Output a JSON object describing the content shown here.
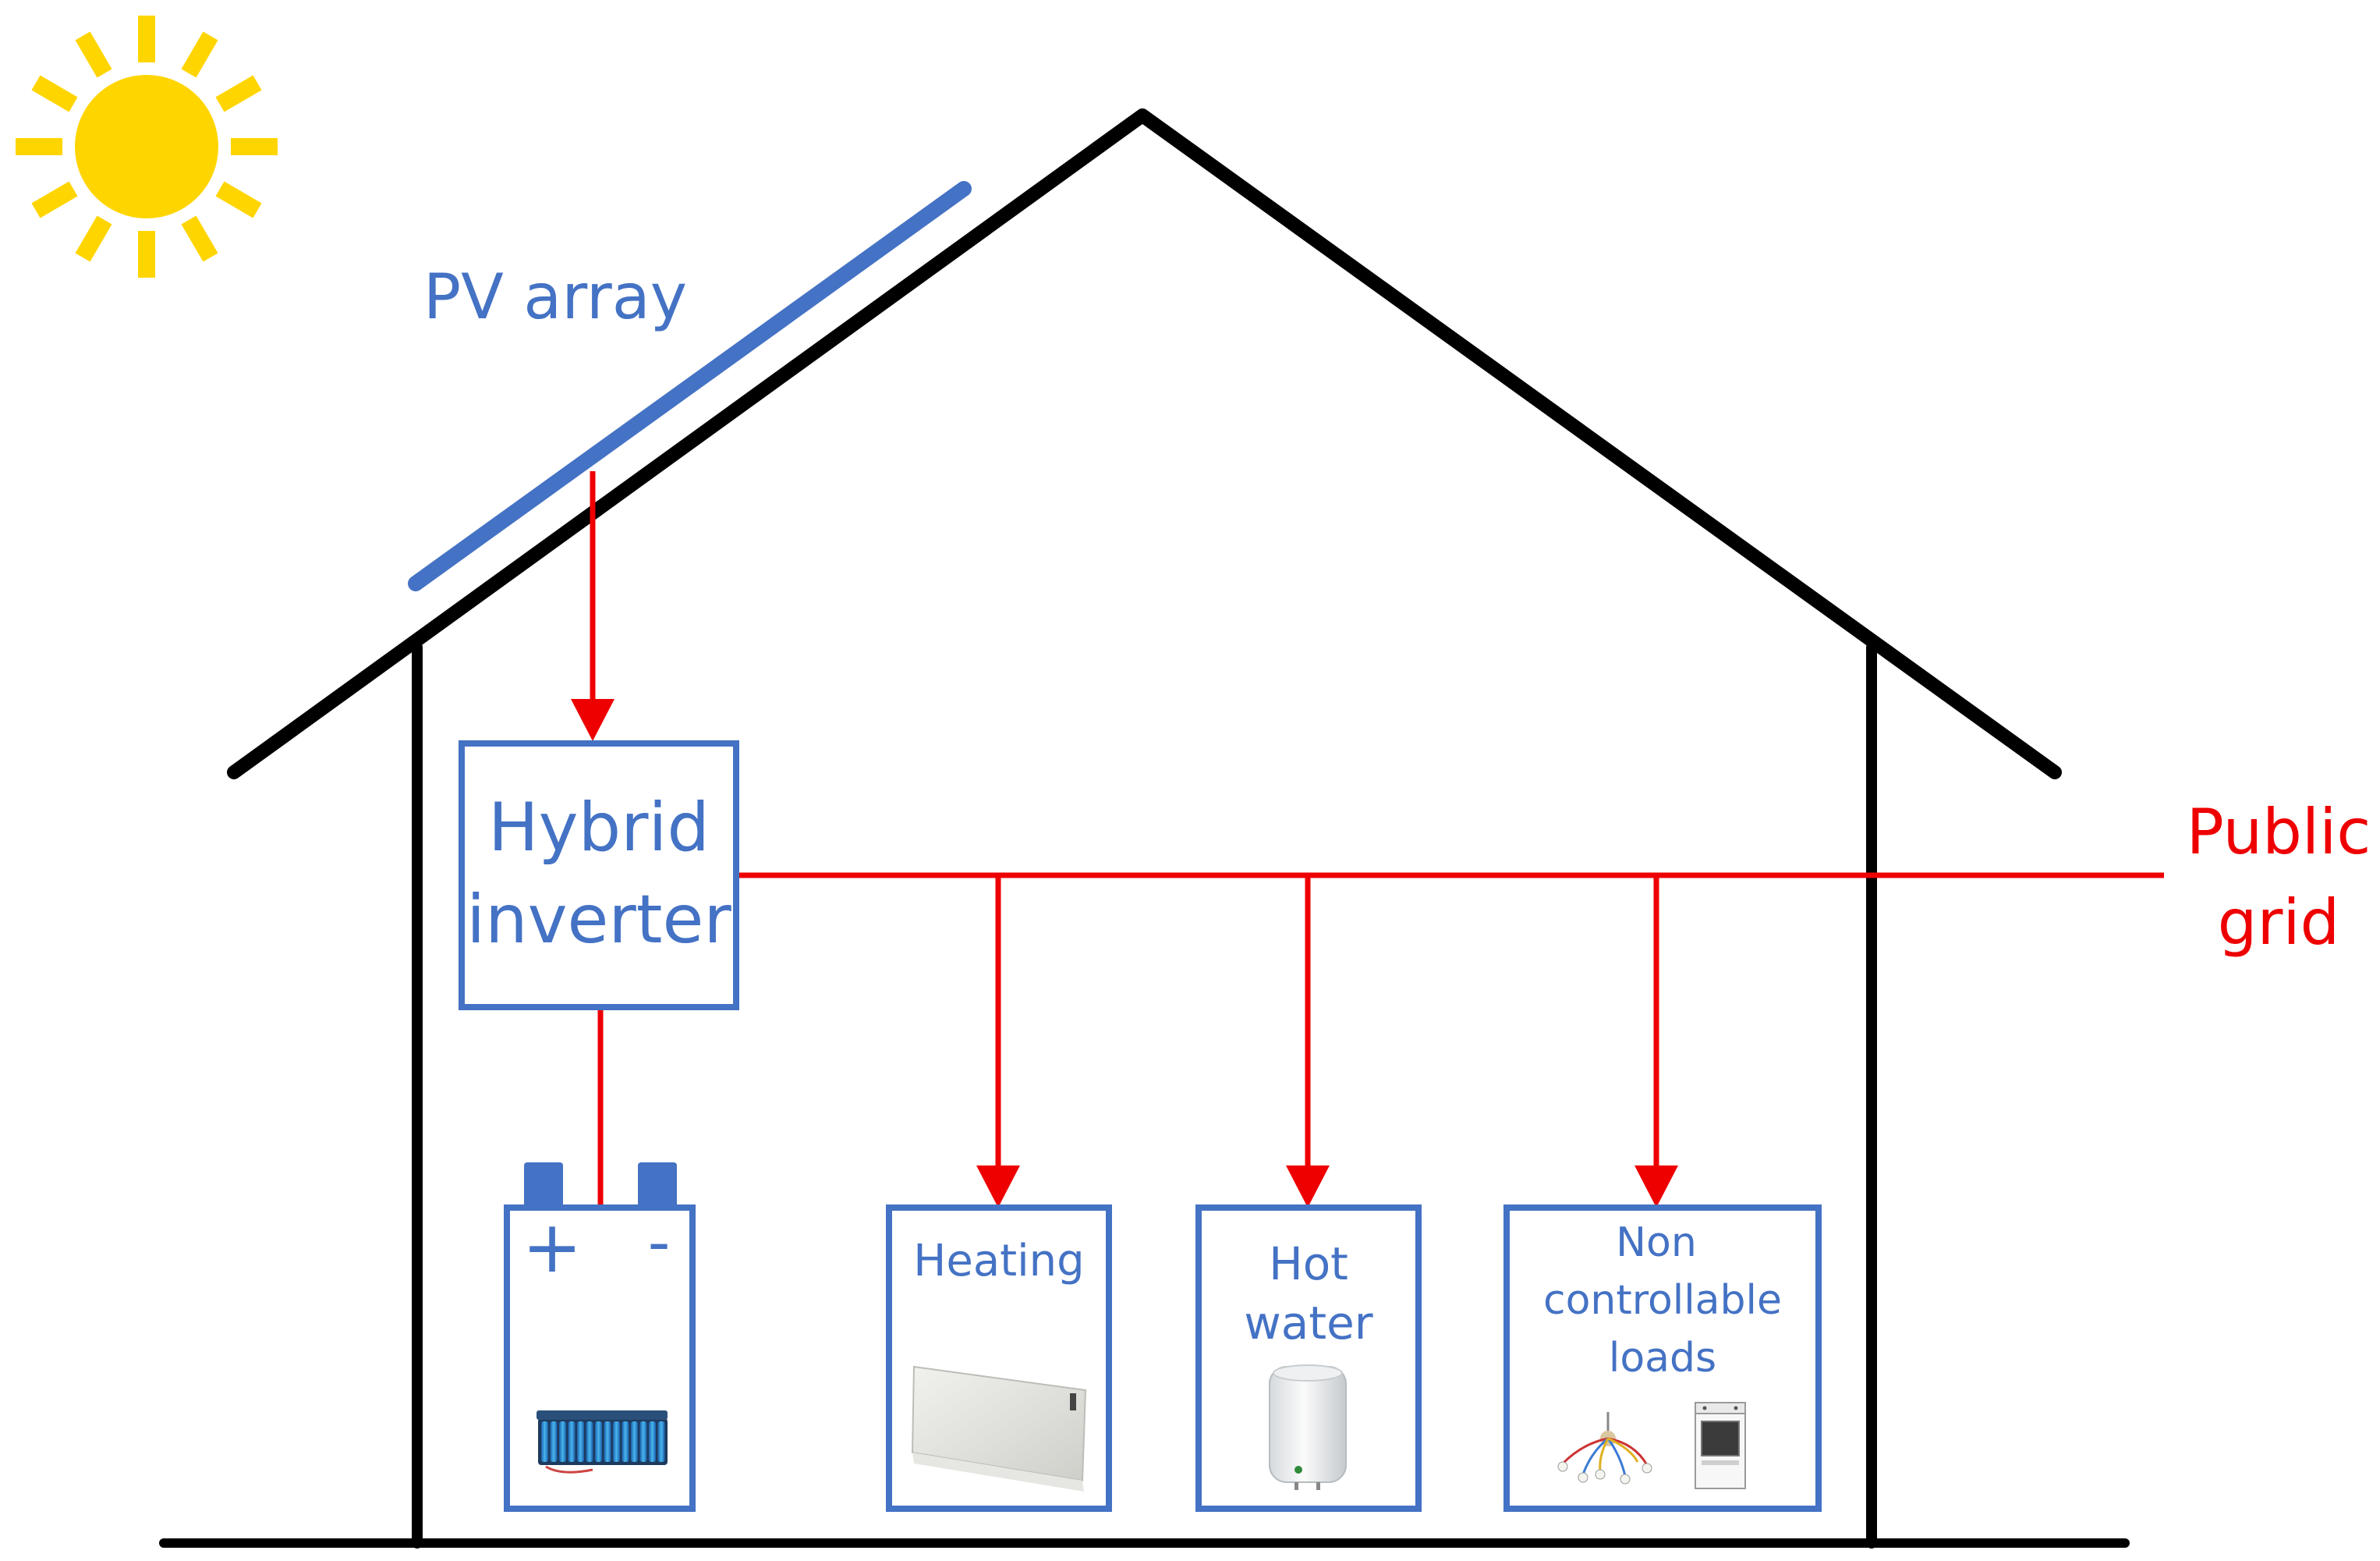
{
  "labels": {
    "pv_array": "PV array",
    "inverter_line1": "Hybrid",
    "inverter_line2": "inverter",
    "grid_line1": "Public",
    "grid_line2": "grid",
    "battery_plus": "+",
    "battery_minus": "-",
    "heating": "Heating",
    "hotwater_line1": "Hot",
    "hotwater_line2": "water",
    "loads_line1": "Non",
    "loads_line2": "controllable",
    "loads_line3": "loads"
  },
  "colors": {
    "house": "#000000",
    "pv_panel": "#4472c4",
    "box_border": "#4472c4",
    "power_line": "#ee0000",
    "sun": "#ffd500"
  },
  "icons": {
    "sun": "sun-icon",
    "battery_pack": "battery-cells-icon",
    "radiator": "panel-heater-icon",
    "boiler": "water-heater-icon",
    "lamp": "ceiling-lamp-icon",
    "stove": "stove-icon"
  }
}
